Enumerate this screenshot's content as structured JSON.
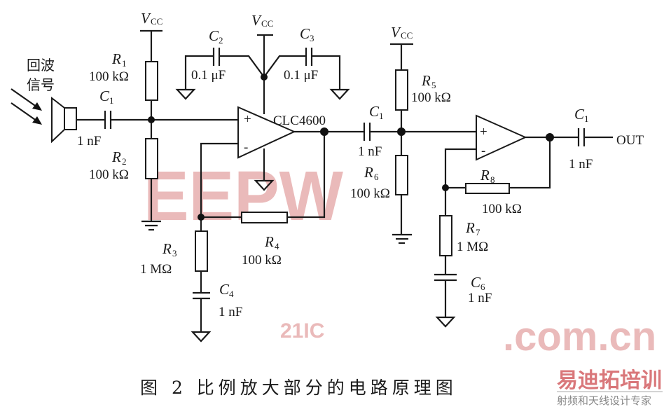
{
  "labels": {
    "vcc": "V",
    "vcc_sub": "CC",
    "echo_signal_line1": "回波",
    "echo_signal_line2": "信号",
    "opamp1": "CLC4600",
    "out": "OUT"
  },
  "components": {
    "R1": {
      "name": "R",
      "sub": "1",
      "value": "100 kΩ"
    },
    "R2": {
      "name": "R",
      "sub": "2",
      "value": "100 kΩ"
    },
    "R3": {
      "name": "R",
      "sub": "3",
      "value": "1 MΩ"
    },
    "R4": {
      "name": "R",
      "sub": "4",
      "value": "100 kΩ"
    },
    "R5": {
      "name": "R",
      "sub": "5",
      "value": "100 kΩ"
    },
    "R6": {
      "name": "R",
      "sub": "6",
      "value": "100 kΩ"
    },
    "R7": {
      "name": "R",
      "sub": "7",
      "value": "1 MΩ"
    },
    "R8": {
      "name": "R",
      "sub": "8",
      "value": "100 kΩ"
    },
    "C1a": {
      "name": "C",
      "sub": "1",
      "value": "1 nF"
    },
    "C1b": {
      "name": "C",
      "sub": "1",
      "value": "1 nF"
    },
    "C1c": {
      "name": "C",
      "sub": "1",
      "value": "1 nF"
    },
    "C2": {
      "name": "C",
      "sub": "2",
      "value": "0.1 μF"
    },
    "C3": {
      "name": "C",
      "sub": "3",
      "value": "0.1 μF"
    },
    "C4": {
      "name": "C",
      "sub": "4",
      "value": "1 nF"
    },
    "C6": {
      "name": "C",
      "sub": "6",
      "value": "1 nF"
    }
  },
  "opamp_pins": {
    "plus": "+",
    "minus": "-"
  },
  "caption": "图 2   比例放大部分的电路原理图",
  "watermarks": {
    "eepw": "EEPW",
    "site": ".com.cn",
    "ic": "21IC",
    "brand": "易迪拓培训",
    "brand_tagline": "射频和天线设计专家"
  }
}
